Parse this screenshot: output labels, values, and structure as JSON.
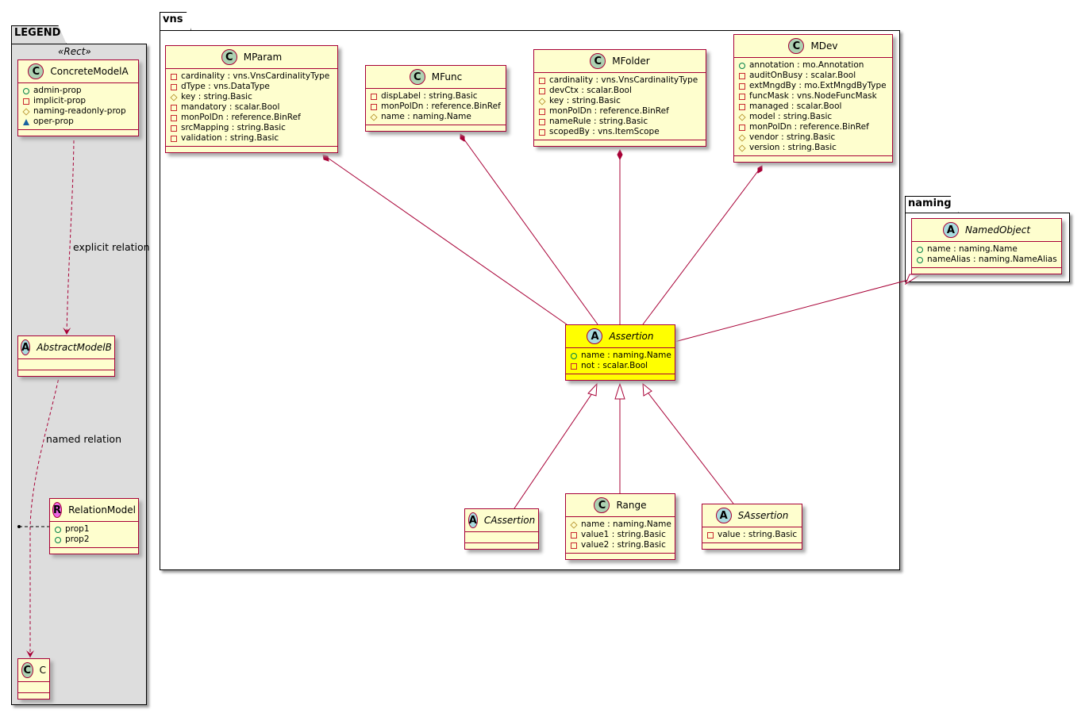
{
  "packages": {
    "legend": "LEGEND",
    "vns": "vns",
    "naming": "naming"
  },
  "legend": {
    "stereotype": "«Rect»",
    "explicit_relation": "explicit relation",
    "named_relation": "named relation"
  },
  "colors": {
    "class_fill": "#fefece",
    "class_border": "#a80036",
    "highlight_fill": "#ffff00",
    "class_icon": "#add1b2",
    "abstract_icon": "#a9dcdf",
    "relation_icon": "#ea68e6"
  },
  "classes": [
    {
      "id": "ConcreteModelA",
      "kind": "C",
      "name": "ConcreteModelA",
      "attrs": [
        {
          "v": "public",
          "t": "admin-prop"
        },
        {
          "v": "private",
          "t": "implicit-prop"
        },
        {
          "v": "protected",
          "t": "naming-readonly-prop"
        },
        {
          "v": "package",
          "t": "oper-prop"
        }
      ]
    },
    {
      "id": "AbstractModelB",
      "kind": "A",
      "name": "AbstractModelB",
      "italic": true,
      "attrs": []
    },
    {
      "id": "RelationModel",
      "kind": "R",
      "name": "RelationModel",
      "attrs": [
        {
          "v": "public",
          "t": "prop1"
        },
        {
          "v": "public",
          "t": "prop2"
        }
      ]
    },
    {
      "id": "C",
      "kind": "C",
      "name": "C",
      "attrs": []
    },
    {
      "id": "MParam",
      "kind": "C",
      "name": "MParam",
      "attrs": [
        {
          "v": "private",
          "t": "cardinality : vns.VnsCardinalityType"
        },
        {
          "v": "private",
          "t": "dType : vns.DataType"
        },
        {
          "v": "protected",
          "t": "key : string.Basic"
        },
        {
          "v": "private",
          "t": "mandatory : scalar.Bool"
        },
        {
          "v": "private",
          "t": "monPolDn : reference.BinRef"
        },
        {
          "v": "private",
          "t": "srcMapping : string.Basic"
        },
        {
          "v": "private",
          "t": "validation : string.Basic"
        }
      ]
    },
    {
      "id": "MFunc",
      "kind": "C",
      "name": "MFunc",
      "attrs": [
        {
          "v": "private",
          "t": "dispLabel : string.Basic"
        },
        {
          "v": "private",
          "t": "monPolDn : reference.BinRef"
        },
        {
          "v": "protected",
          "t": "name : naming.Name"
        }
      ]
    },
    {
      "id": "MFolder",
      "kind": "C",
      "name": "MFolder",
      "attrs": [
        {
          "v": "private",
          "t": "cardinality : vns.VnsCardinalityType"
        },
        {
          "v": "private",
          "t": "devCtx : scalar.Bool"
        },
        {
          "v": "protected",
          "t": "key : string.Basic"
        },
        {
          "v": "private",
          "t": "monPolDn : reference.BinRef"
        },
        {
          "v": "private",
          "t": "nameRule : string.Basic"
        },
        {
          "v": "private",
          "t": "scopedBy : vns.ItemScope"
        }
      ]
    },
    {
      "id": "MDev",
      "kind": "C",
      "name": "MDev",
      "attrs": [
        {
          "v": "public",
          "t": "annotation : mo.Annotation"
        },
        {
          "v": "private",
          "t": "auditOnBusy : scalar.Bool"
        },
        {
          "v": "private",
          "t": "extMngdBy : mo.ExtMngdByType"
        },
        {
          "v": "private",
          "t": "funcMask : vns.NodeFuncMask"
        },
        {
          "v": "private",
          "t": "managed : scalar.Bool"
        },
        {
          "v": "protected",
          "t": "model : string.Basic"
        },
        {
          "v": "private",
          "t": "monPolDn : reference.BinRef"
        },
        {
          "v": "protected",
          "t": "vendor : string.Basic"
        },
        {
          "v": "protected",
          "t": "version : string.Basic"
        }
      ]
    },
    {
      "id": "Assertion",
      "kind": "A",
      "name": "Assertion",
      "italic": true,
      "highlight": true,
      "attrs": [
        {
          "v": "public",
          "t": "name : naming.Name"
        },
        {
          "v": "private",
          "t": "not : scalar.Bool"
        }
      ]
    },
    {
      "id": "CAssertion",
      "kind": "A",
      "name": "CAssertion",
      "italic": true,
      "attrs": []
    },
    {
      "id": "Range",
      "kind": "C",
      "name": "Range",
      "attrs": [
        {
          "v": "protected",
          "t": "name : naming.Name"
        },
        {
          "v": "private",
          "t": "value1 : string.Basic"
        },
        {
          "v": "private",
          "t": "value2 : string.Basic"
        }
      ]
    },
    {
      "id": "SAssertion",
      "kind": "A",
      "name": "SAssertion",
      "italic": true,
      "attrs": [
        {
          "v": "private",
          "t": "value : string.Basic"
        }
      ]
    },
    {
      "id": "NamedObject",
      "kind": "A",
      "name": "NamedObject",
      "italic": true,
      "attrs": [
        {
          "v": "public",
          "t": "name : naming.Name"
        },
        {
          "v": "public",
          "t": "nameAlias : naming.NameAlias"
        }
      ]
    }
  ]
}
